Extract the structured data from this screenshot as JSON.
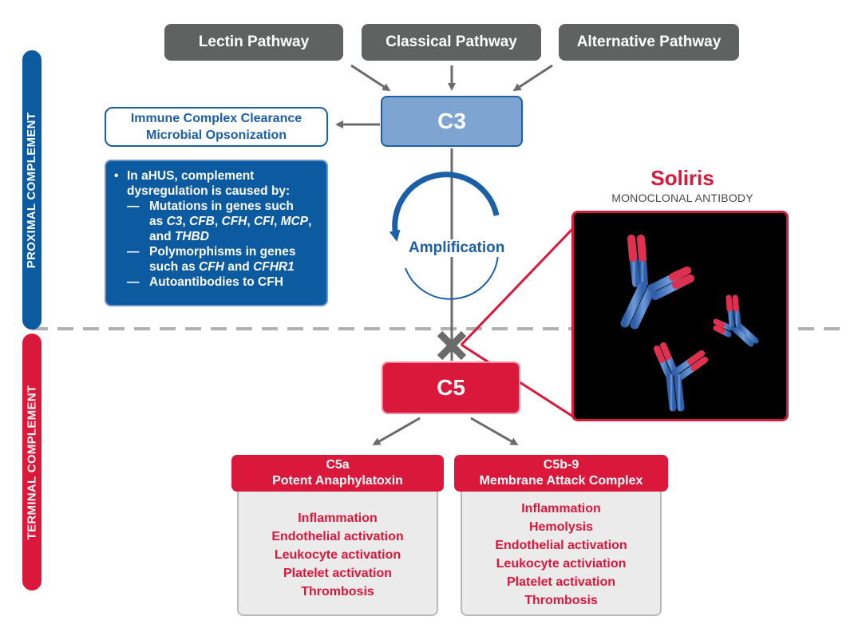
{
  "pathways": {
    "lectin": "Lectin Pathway",
    "classical": "Classical Pathway",
    "alternative": "Alternative Pathway"
  },
  "side_labels": {
    "proximal": "PROXIMAL COMPLEMENT",
    "terminal": "TERMINAL COMPLEMENT"
  },
  "nodes": {
    "c3": "C3",
    "c5": "C5"
  },
  "clearance_box": {
    "line1": "Immune Complex Clearance",
    "line2": "Microbial Opsonization"
  },
  "info_box": {
    "lead_line1": "In aHUS, complement",
    "lead_line2": "dysregulation is caused by:",
    "item1": {
      "line1": "Mutations in genes such",
      "prefix": "as ",
      "g1": "C3",
      "sep1": ", ",
      "g2": "CFB",
      "sep2": ", ",
      "g3": "CFH",
      "sep3": ", ",
      "g4": "CFI",
      "sep4": ", ",
      "g5": "MCP",
      "sep5": ",",
      "and_text": "and ",
      "g6": "THBD"
    },
    "item2": {
      "line1": "Polymorphisms in genes",
      "prefix": "such as ",
      "g1": "CFH",
      "and_text": " and ",
      "g2": "CFHR1"
    },
    "item3": "Autoantibodies to CFH"
  },
  "amplification": "Amplification",
  "soliris": {
    "title": "Soliris",
    "subtitle": "MONOCLONAL ANTIBODY"
  },
  "outputs": {
    "c5a": {
      "title1": "C5a",
      "title2": "Potent Anaphylatoxin",
      "effects": [
        "Inflammation",
        "Endothelial activation",
        "Leukocyte activation",
        "Platelet activation",
        "Thrombosis"
      ]
    },
    "c5b9": {
      "title1": "C5b-9",
      "title2": "Membrane Attack Complex",
      "effects": [
        "Inflammation",
        "Hemolysis",
        "Endothelial activation",
        "Leukocyte activiation",
        "Platelet activation",
        "Thrombosis"
      ]
    }
  },
  "colors": {
    "blue": "#1b5fa6",
    "red": "#d9183b",
    "gray": "#606262"
  }
}
